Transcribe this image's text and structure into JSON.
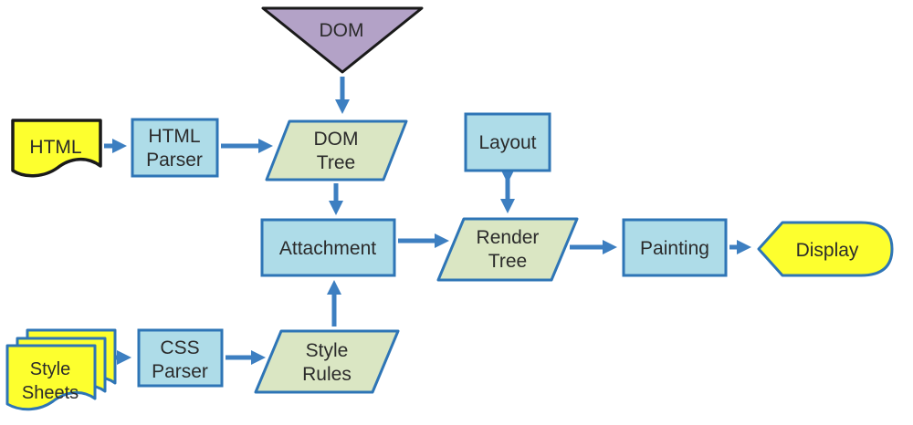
{
  "diagram": {
    "nodes": {
      "dom": {
        "label": "DOM",
        "shape": "triangle-down"
      },
      "html_doc": {
        "label": "HTML",
        "shape": "document"
      },
      "html_parser": {
        "line1": "HTML",
        "line2": "Parser",
        "shape": "rectangle"
      },
      "dom_tree": {
        "line1": "DOM",
        "line2": "Tree",
        "shape": "parallelogram"
      },
      "layout": {
        "label": "Layout",
        "shape": "rectangle"
      },
      "attachment": {
        "label": "Attachment",
        "shape": "rectangle"
      },
      "render_tree": {
        "line1": "Render",
        "line2": "Tree",
        "shape": "parallelogram"
      },
      "painting": {
        "label": "Painting",
        "shape": "rectangle"
      },
      "display": {
        "label": "Display",
        "shape": "display"
      },
      "style_sheets": {
        "line1": "Style",
        "line2": "Sheets",
        "shape": "stacked-documents"
      },
      "css_parser": {
        "line1": "CSS",
        "line2": "Parser",
        "shape": "rectangle"
      },
      "style_rules": {
        "line1": "Style",
        "line2": "Rules",
        "shape": "parallelogram"
      }
    },
    "edges": [
      {
        "from": "dom",
        "to": "dom_tree",
        "bidirectional": false
      },
      {
        "from": "html_doc",
        "to": "html_parser",
        "bidirectional": false
      },
      {
        "from": "html_parser",
        "to": "dom_tree",
        "bidirectional": false
      },
      {
        "from": "dom_tree",
        "to": "attachment",
        "bidirectional": false
      },
      {
        "from": "layout",
        "to": "render_tree",
        "bidirectional": true
      },
      {
        "from": "attachment",
        "to": "render_tree",
        "bidirectional": false
      },
      {
        "from": "render_tree",
        "to": "painting",
        "bidirectional": false
      },
      {
        "from": "painting",
        "to": "display",
        "bidirectional": false
      },
      {
        "from": "style_sheets",
        "to": "css_parser",
        "bidirectional": false
      },
      {
        "from": "css_parser",
        "to": "style_rules",
        "bidirectional": false
      },
      {
        "from": "style_rules",
        "to": "attachment",
        "bidirectional": false
      }
    ],
    "colors": {
      "node_blue_fill": "#aedce8",
      "node_border_blue": "#2e75b6",
      "parallelogram_fill": "#dae6c3",
      "triangle_fill": "#b3a2c7",
      "yellow_fill": "#fdff2e",
      "arrow_blue": "#3d7fc1",
      "black_border": "#1a1a1a",
      "text_color": "#2b2b2b"
    }
  }
}
